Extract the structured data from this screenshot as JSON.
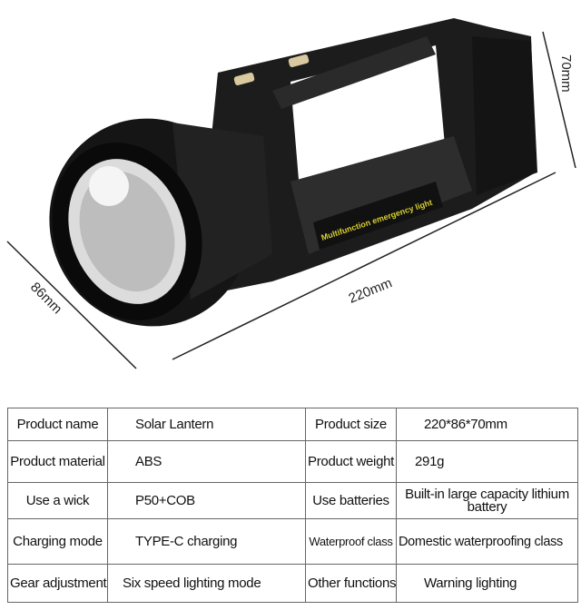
{
  "dimensions": {
    "length": "220mm",
    "width": "86mm",
    "height": "70mm"
  },
  "product_label": "Multifunction emergency light",
  "specs": [
    {
      "label": "Product name",
      "value": "Solar Lantern",
      "label2": "Product size",
      "value2": "220*86*70mm"
    },
    {
      "label": "Product material",
      "value": "ABS",
      "label2": "Product weight",
      "value2": "291g"
    },
    {
      "label": "Use a wick",
      "value": "P50+COB",
      "label2": "Use batteries",
      "value2": "Built-in large capacity lithium battery"
    },
    {
      "label": "Charging mode",
      "value": "TYPE-C charging",
      "label2": "Waterproof class",
      "value2": "Domestic waterproofing class"
    },
    {
      "label": "Gear adjustment",
      "value": "Six speed lighting mode",
      "label2": "Other functions",
      "value2": "Warning lighting"
    }
  ]
}
